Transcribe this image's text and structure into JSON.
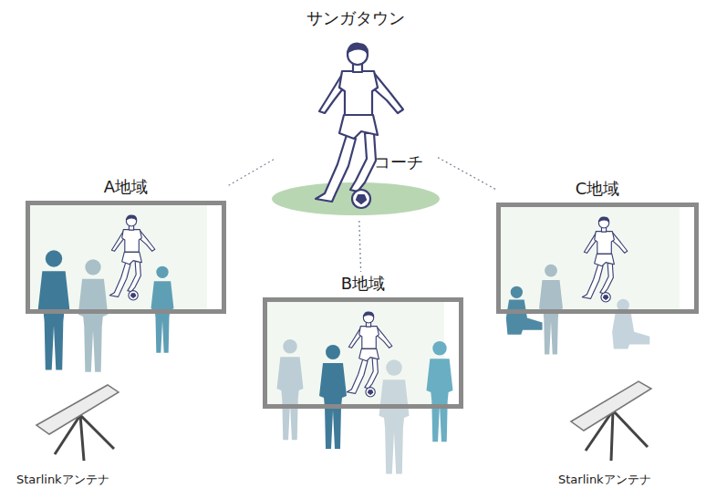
{
  "diagram": {
    "nodes": [
      {
        "text": [
          "サンガタウン",
          "コーチ"
        ]
      },
      {
        "text": [
          "A地域"
        ]
      },
      {
        "text": [
          "B地域"
        ]
      },
      {
        "text": [
          "C地域"
        ]
      }
    ],
    "edges": [
      {
        "from": 0,
        "to": 1,
        "arrow": "none"
      },
      {
        "from": 0,
        "to": 2,
        "arrow": "none"
      },
      {
        "from": 0,
        "to": 3,
        "arrow": "none"
      }
    ],
    "labels": [
      "Starlinkアンテナ",
      "Starlinkアンテナ"
    ]
  }
}
